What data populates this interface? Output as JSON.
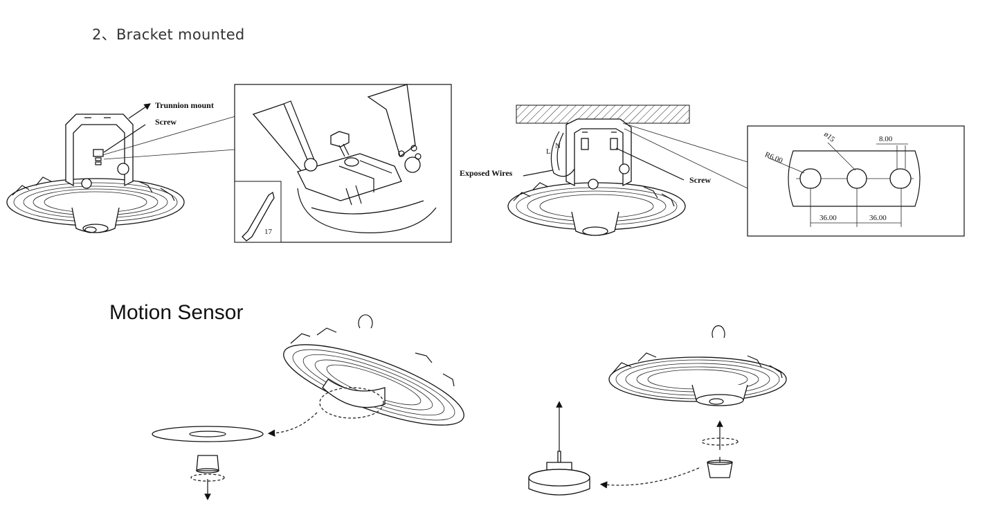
{
  "section": {
    "heading": "2、Bracket mounted"
  },
  "bracket_left": {
    "label_trunnion": "Trunnion mount",
    "label_screw": "Screw",
    "wrench_size": "17"
  },
  "bracket_right": {
    "label_exposed_wires": "Exposed Wires",
    "label_screw": "Screw",
    "dim_diameter": "ø15",
    "dim_radius": "R6.00",
    "dim_width": "8.00",
    "dim_spacing_left": "36.00",
    "dim_spacing_right": "36.00"
  },
  "motion_sensor": {
    "title": "Motion Sensor"
  }
}
